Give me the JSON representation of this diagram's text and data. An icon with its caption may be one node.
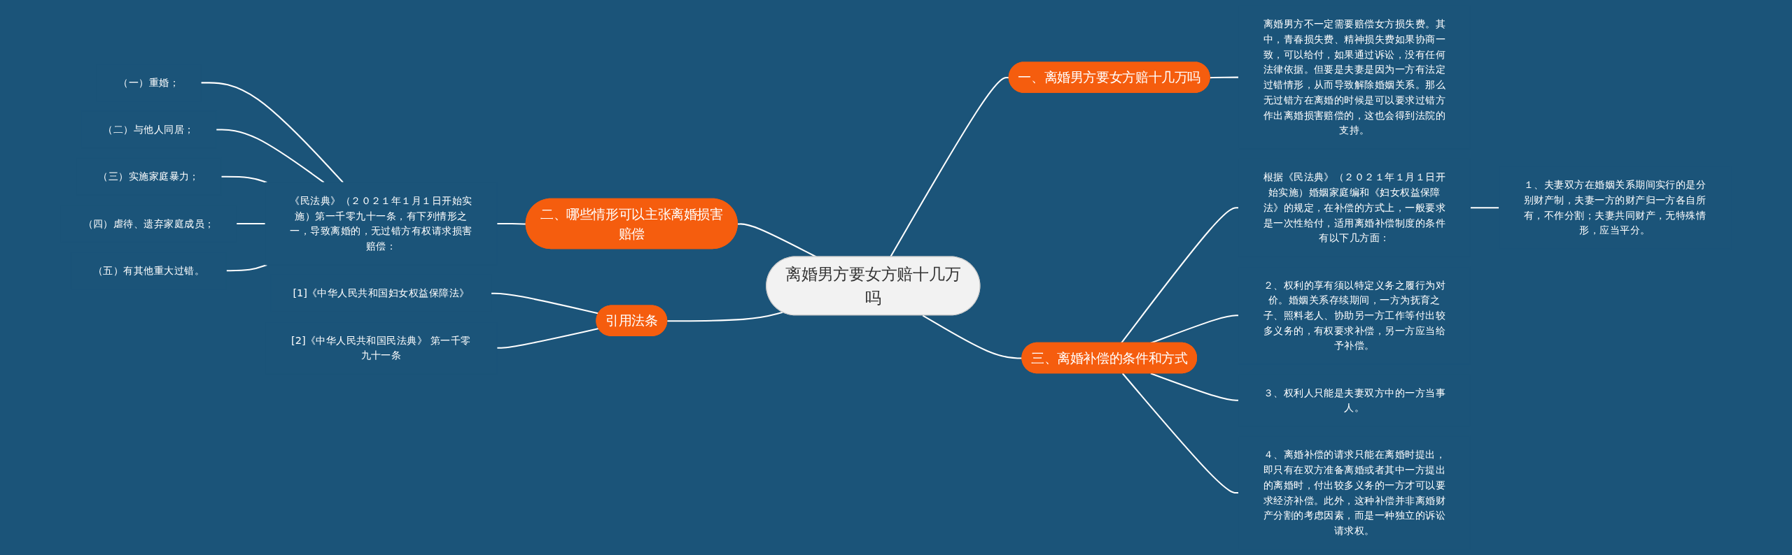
{
  "diagram": {
    "nodes": [
      {
        "text": [
          "离婚男方要女方赔十几万吗"
        ]
      },
      {
        "text": [
          "一、离婚男方要女方赔十几万吗"
        ]
      },
      {
        "text": [
          "离婚男方不一定需要赔偿女方损失费。其中，青春损失费、精神损失费如果协商一致，可以给付，如果通过诉讼，没有任何法律依据。但要是夫妻是因为一方有法定过错情形，从而导致解除婚姻关系。那么无过错方在离婚的时候是可以要求过错方作出离婚损害赔偿的，这也会得到法院的支持。"
        ]
      },
      {
        "text": [
          "三、离婚补偿的条件和方式"
        ]
      },
      {
        "text": [
          "根据《民法典》（２０２１年１月１日开始实施）婚姻家庭编和《妇女权益保障法》的规定，在补偿的方式上，一般要求是一次性给付，适用离婚补偿制度的条件有以下几方面："
        ]
      },
      {
        "text": [
          "１、夫妻双方在婚姻关系期间实行的是分别财产制，夫妻一方的财产归一方各自所有，不作分割；夫妻共同财产，无特殊情形，应当平分。"
        ]
      },
      {
        "text": [
          "２、权利的享有须以特定义务之履行为对价。婚姻关系存续期间，一方为抚育之子、照料老人、协助另一方工作等付出较多义务的，有权要求补偿，另一方应当给予补偿。"
        ]
      },
      {
        "text": [
          "３、权利人只能是夫妻双方中的一方当事人。"
        ]
      },
      {
        "text": [
          "４、离婚补偿的请求只能在离婚时提出，即只有在双方准备离婚或者其中一方提出的离婚时，付出较多义务的一方才可以要求经济补偿。此外，这种补偿并非离婚财产分割的考虑因素，而是一种独立的诉讼请求权。"
        ]
      },
      {
        "text": [
          "二、哪些情形可以主张离婚损害赔偿"
        ]
      },
      {
        "text": [
          "《民法典》（２０２１年１月１日开始实施）第一千零九十一条，有下列情形之一，导致离婚的，无过错方有权请求损害赔偿："
        ]
      },
      {
        "text": [
          "（一）重婚；"
        ]
      },
      {
        "text": [
          "（二）与他人同居；"
        ]
      },
      {
        "text": [
          "（三）实施家庭暴力；"
        ]
      },
      {
        "text": [
          "（四）虐待、遗弃家庭成员；"
        ]
      },
      {
        "text": [
          "（五）有其他重大过错。"
        ]
      },
      {
        "text": [
          "引用法条"
        ]
      },
      {
        "text": [
          "[1]《中华人民共和国妇女权益保障法》"
        ]
      },
      {
        "text": [
          "[2]《中华人民共和国民法典》 第一千零九十一条"
        ]
      }
    ],
    "edges": [
      {
        "from": 0,
        "to": 1,
        "arrow": "none"
      },
      {
        "from": 1,
        "to": 2,
        "arrow": "none"
      },
      {
        "from": 0,
        "to": 3,
        "arrow": "none"
      },
      {
        "from": 3,
        "to": 4,
        "arrow": "none"
      },
      {
        "from": 4,
        "to": 5,
        "arrow": "none"
      },
      {
        "from": 3,
        "to": 6,
        "arrow": "none"
      },
      {
        "from": 3,
        "to": 7,
        "arrow": "none"
      },
      {
        "from": 3,
        "to": 8,
        "arrow": "none"
      },
      {
        "from": 9,
        "to": 0,
        "arrow": "none"
      },
      {
        "from": 10,
        "to": 9,
        "arrow": "none"
      },
      {
        "from": 11,
        "to": 10,
        "arrow": "none"
      },
      {
        "from": 12,
        "to": 10,
        "arrow": "none"
      },
      {
        "from": 13,
        "to": 10,
        "arrow": "none"
      },
      {
        "from": 14,
        "to": 10,
        "arrow": "none"
      },
      {
        "from": 15,
        "to": 10,
        "arrow": "none"
      },
      {
        "from": 16,
        "to": 0,
        "arrow": "none"
      },
      {
        "from": 17,
        "to": 16,
        "arrow": "none"
      },
      {
        "from": 18,
        "to": 16,
        "arrow": "none"
      }
    ]
  }
}
